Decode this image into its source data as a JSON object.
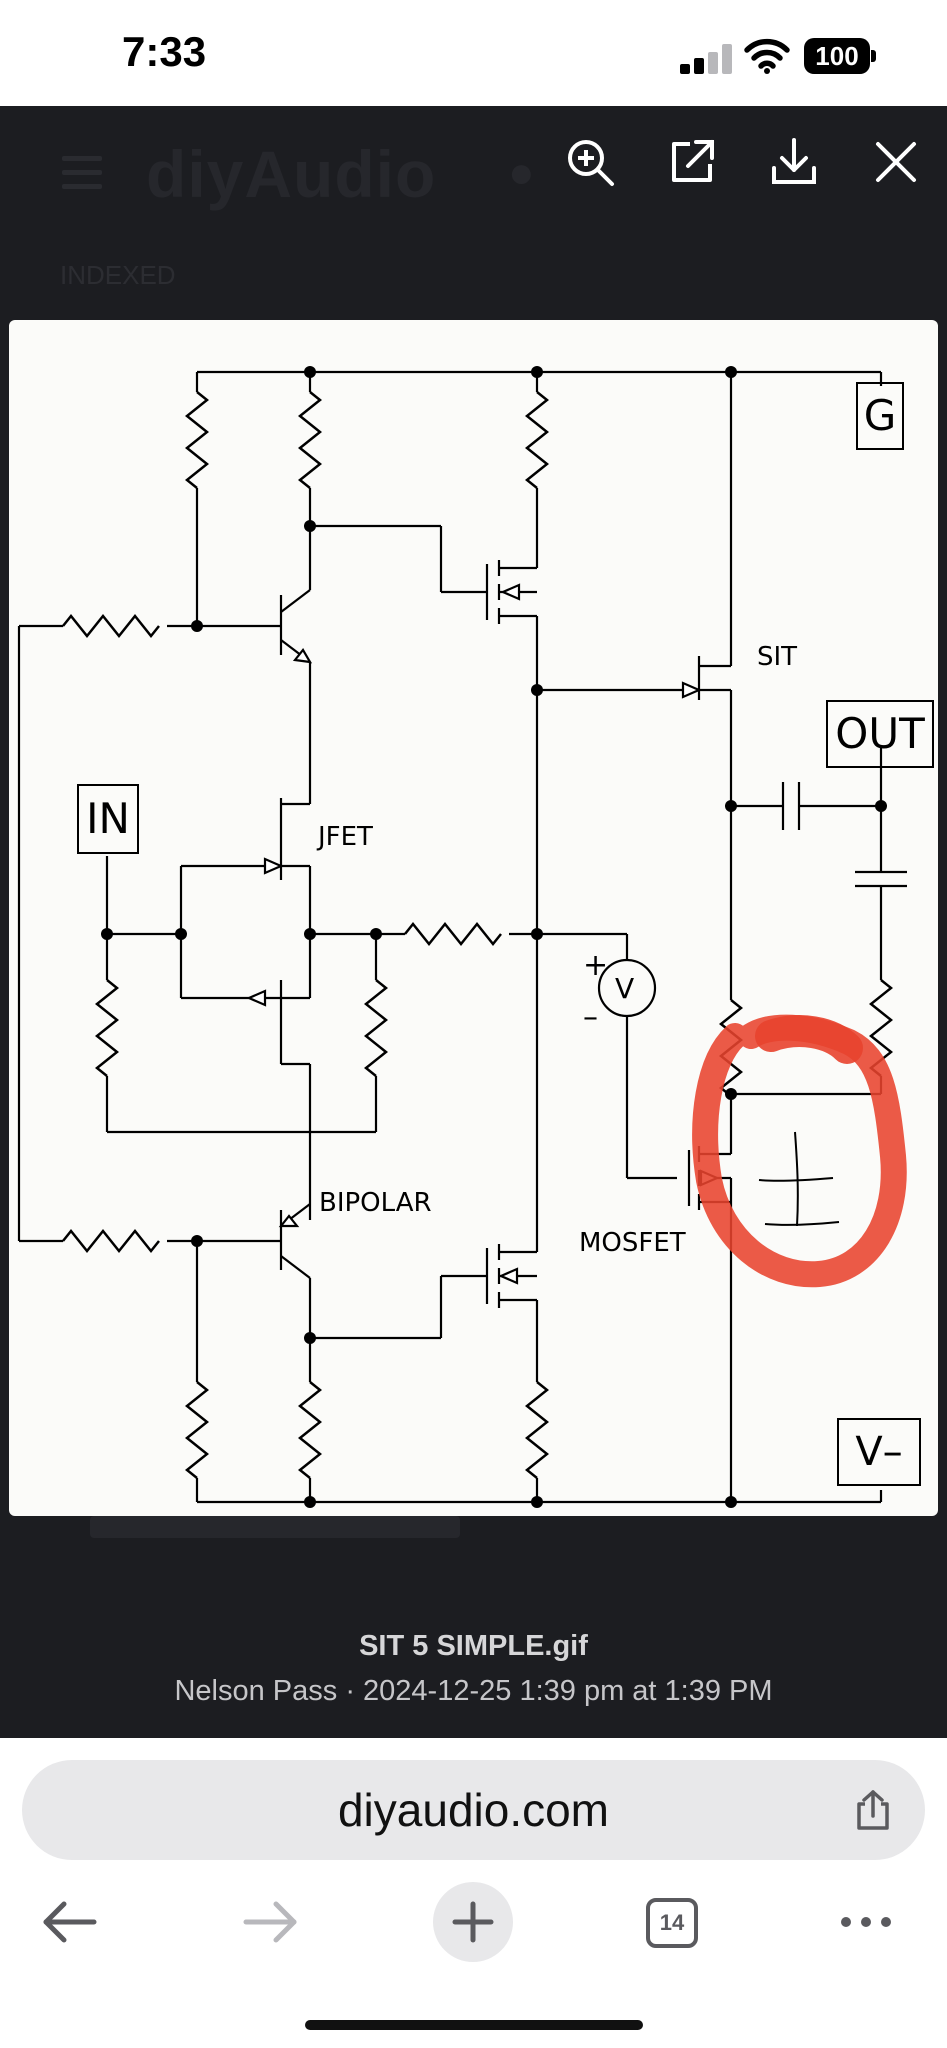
{
  "status_bar": {
    "time": "7:33",
    "battery": "100"
  },
  "viewer": {
    "background_site": {
      "logo": "diyAudio",
      "subtitle": "INDEXED"
    },
    "toolbar": {
      "zoom_icon": "zoom-in-icon",
      "open_icon": "open-external-icon",
      "download_icon": "download-icon",
      "close_icon": "close-icon"
    },
    "image": {
      "labels": {
        "g_box": "G",
        "out_box": "OUT",
        "in_box": "IN",
        "v_minus_box": "V–",
        "meter": "V",
        "plus": "+",
        "minus": "–",
        "sit": "SIT",
        "jfet": "JFET",
        "bipolar": "BIPOLAR",
        "mosfet": "MOSFET"
      },
      "annotation_color": "#e8432e"
    },
    "caption": {
      "title": "SIT 5 SIMPLE.gif",
      "meta": "Nelson Pass · 2024-12-25 1:39 pm at 1:39 PM"
    }
  },
  "browser": {
    "url": "diyaudio.com",
    "tab_count": "14",
    "icons": {
      "back": "back-arrow-icon",
      "forward": "forward-arrow-icon",
      "new_tab": "plus-icon",
      "tabs": "tabs-icon",
      "more": "more-icon",
      "share": "share-icon"
    }
  }
}
